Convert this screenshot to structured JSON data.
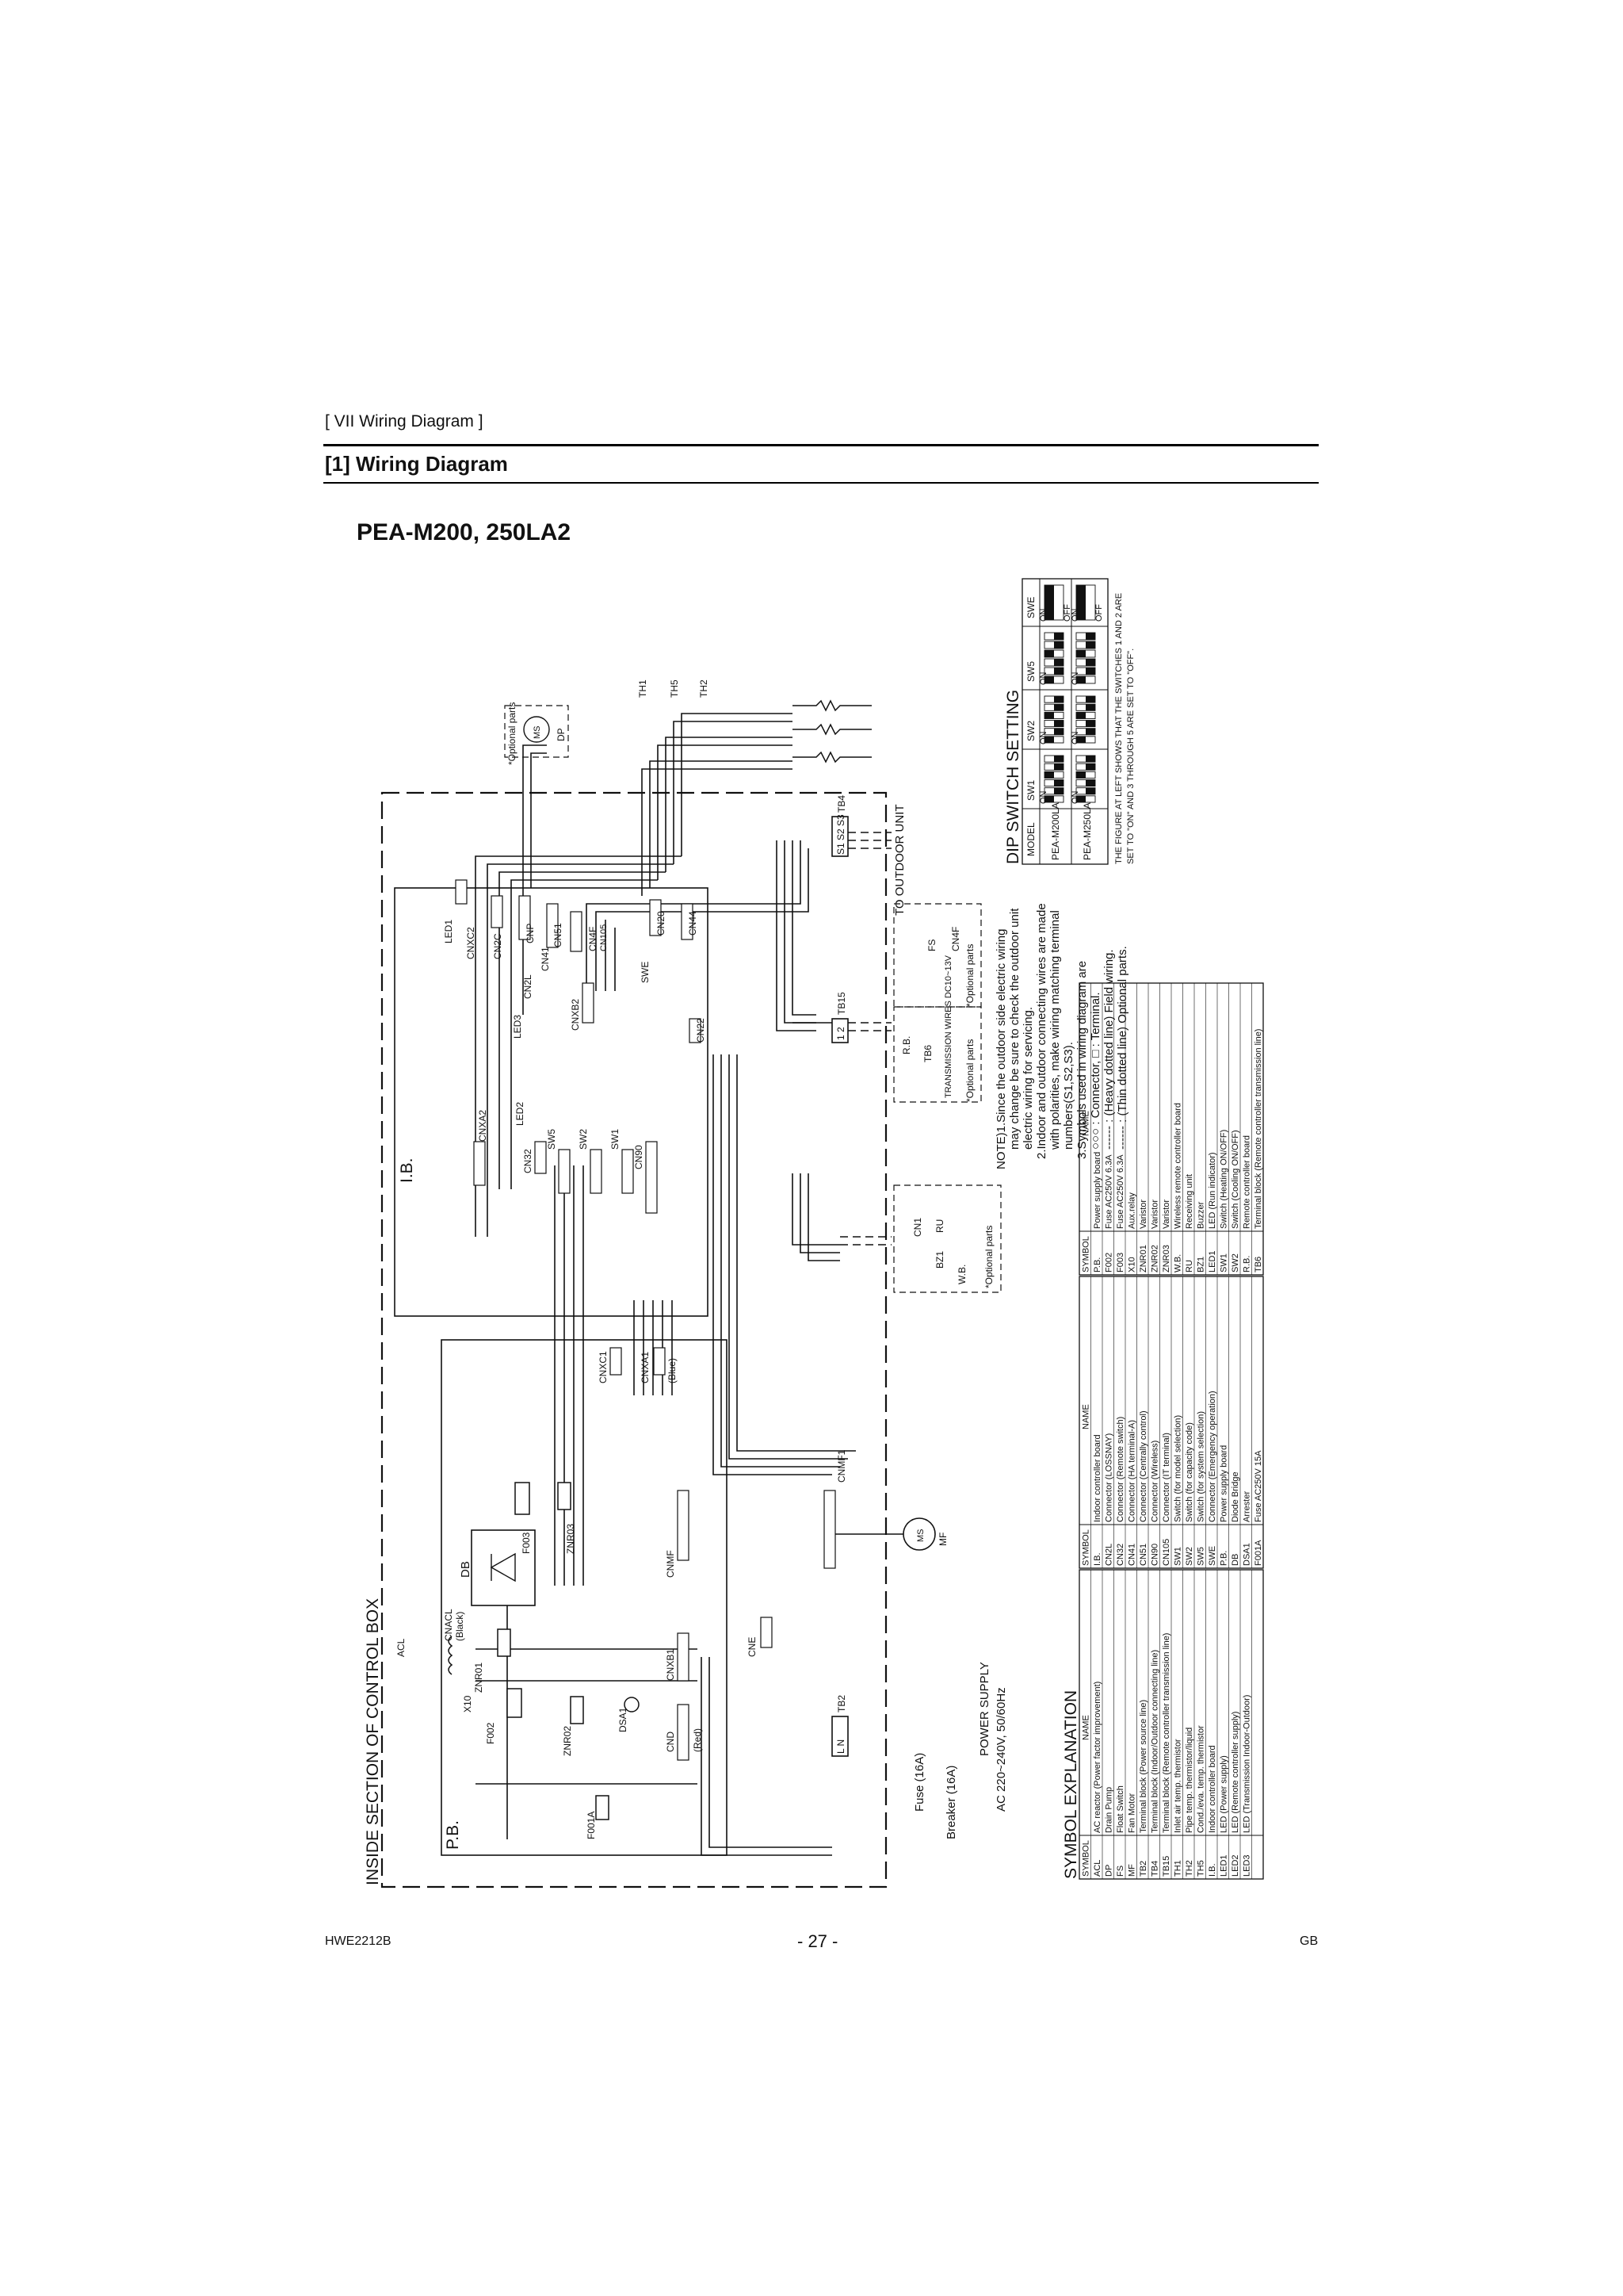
{
  "header": {
    "section": "[ VII  Wiring Diagram ]",
    "title": "[1] Wiring Diagram"
  },
  "model": "PEA-M200, 250LA2",
  "footer": {
    "doc_id": "HWE2212B",
    "page": "- 27 -",
    "lang": "GB"
  },
  "diagram": {
    "control_box": "INSIDE SECTION OF CONTROL BOX",
    "pb": "P.B.",
    "ib": "I.B.",
    "wb": "W.B.",
    "rb": "R.B.",
    "optional": "*Optional parts",
    "power_supply": "POWER SUPPLY",
    "power_rating": "AC 220~240V, 50/60Hz",
    "fuse": "Fuse (16A)",
    "breaker": "Breaker (16A)",
    "to_outdoor": "TO OUTDOOR UNIT",
    "tb2_terms": "L N",
    "tb4_terms": "S1 S2 S3",
    "tb15_terms": "1 2",
    "transmission": "TRANSMISSION WIRES DC10~13V",
    "components": {
      "acl": "ACL",
      "x10": "X10",
      "f002": "F002",
      "f001a": "F001A",
      "znr01": "ZNR01",
      "znr02": "ZNR02",
      "dsa1": "DSA1",
      "db": "DB",
      "cnacl": "CNACL",
      "black": "(Black)",
      "f003": "F003",
      "znr03": "ZNR03",
      "cnmf": "CNMF",
      "cnxb1": "CNXB1",
      "cnd": "CND",
      "red": "(Red)",
      "blue": "(Blue)",
      "cne": "CNE",
      "tb2": "TB2",
      "cnxc1": "CNXC1",
      "cnxa1": "CNXA1",
      "cnmf1": "CNMF1",
      "ms": "MS",
      "mf": "MF",
      "cnxa2": "CNXA2",
      "cn32": "CN32",
      "sw5": "SW5",
      "sw2": "SW2",
      "sw1": "SW1",
      "cn90": "CN90",
      "led1": "LED1",
      "led2": "LED2",
      "led3": "LED3",
      "cnxc2": "CNXC2",
      "cn2c": "CN2C",
      "cnp": "CNP",
      "cn41": "CN41",
      "cn51": "CN51",
      "cn4f": "CN4F",
      "cn105": "CN105",
      "cn2l": "CN2L",
      "cnxb2": "CNXB2",
      "swe": "SWE",
      "cn20": "CN20",
      "cn44": "CN44",
      "cn22": "CN22",
      "tb15": "TB15",
      "tb4": "TB4",
      "tb6": "TB6",
      "th1": "TH1",
      "th5": "TH5",
      "th2": "TH2",
      "dp": "DP",
      "fs": "FS",
      "cn1": "CN1",
      "bz1": "BZ1",
      "ru": "RU"
    },
    "notes": [
      "NOTE)1.Since the outdoor side electric wiring",
      "may change be sure to check the outdoor unit",
      "electric wiring for servicing.",
      "2.Indoor and outdoor connecting wires are made",
      "with polarities, make wiring matching terminal",
      "numbers(S1,S2,S3).",
      "3.Symbols used in wiring diagram are",
      "○○○ : Connector, □ : Terminal.",
      "------ : (Heavy dotted line) Field wiring.",
      "------ : (Thin dotted line) Optional parts."
    ]
  },
  "dip_switch": {
    "title": "DIP SWITCH SETTING",
    "columns": [
      "MODEL",
      "SW1",
      "SW2",
      "SW5",
      "SWE"
    ],
    "rows": [
      "PEA-M200LA2",
      "PEA-M250LA2"
    ],
    "on_label": "ON",
    "off_label": "OFF",
    "note": [
      "THE FIGURE AT LEFT SHOWS THAT THE SWITCHES 1 AND 2 ARE",
      "SET TO \"ON\" AND 3 THROUGH 5 ARE SET TO \"OFF\"."
    ]
  },
  "symbol_table": {
    "title": "SYMBOL EXPLANATION",
    "headers": [
      "SYMBOL",
      "NAME"
    ],
    "col1": [
      [
        "ACL",
        "AC reactor (Power factor improvement)"
      ],
      [
        "DP",
        "Drain Pump"
      ],
      [
        "FS",
        "Float Switch"
      ],
      [
        "MF",
        "Fan Motor"
      ],
      [
        "TB2",
        "Terminal block (Power source line)"
      ],
      [
        "TB4",
        "Terminal block (Indoor/Outdoor connecting line)"
      ],
      [
        "TB15",
        "Terminal block (Remote controller transmission line)"
      ],
      [
        "TH1",
        "Inlet air temp. thermistor"
      ],
      [
        "TH2",
        "Pipe temp. thermistor/liquid"
      ],
      [
        "TH5",
        "Cond./eva. temp. thermistor"
      ],
      [
        "I.B.",
        "Indoor controller board"
      ],
      [
        "LED1",
        "LED (Power supply)"
      ],
      [
        "LED2",
        "LED (Remote controller supply)"
      ],
      [
        "LED3",
        "LED (Transmission Indoor-Outdoor)"
      ]
    ],
    "col2": [
      [
        "I.B.",
        "Indoor controller board"
      ],
      [
        "CN2L",
        "Connector (LOSSNAY)"
      ],
      [
        "CN32",
        "Connector (Remote switch)"
      ],
      [
        "CN41",
        "Connector (HA terminal-A)"
      ],
      [
        "CN51",
        "Connector (Centrally control)"
      ],
      [
        "CN90",
        "Connector (Wireless)"
      ],
      [
        "CN105",
        "Connector (IT terminal)"
      ],
      [
        "SW1",
        "Switch (for model selection)"
      ],
      [
        "SW2",
        "Switch (for capacity code)"
      ],
      [
        "SW5",
        "Switch (for system selection)"
      ],
      [
        "SWE",
        "Connector (Emergency operation)"
      ],
      [
        "P.B.",
        "Power supply board"
      ],
      [
        "DB",
        "Diode Bridge"
      ],
      [
        "DSA1",
        "Arrester"
      ],
      [
        "F001A",
        "Fuse AC250V 15A"
      ]
    ],
    "col3": [
      [
        "P.B.",
        "Power supply board"
      ],
      [
        "F002",
        "Fuse AC250V 6.3A"
      ],
      [
        "F003",
        "Fuse AC250V 6.3A"
      ],
      [
        "X10",
        "Aux.relay"
      ],
      [
        "ZNR01",
        "Varistor"
      ],
      [
        "ZNR02",
        "Varistor"
      ],
      [
        "ZNR03",
        "Varistor"
      ],
      [
        "W.B.",
        "Wireless remote controller board"
      ],
      [
        "RU",
        "Receiving unit"
      ],
      [
        "BZ1",
        "Buzzer"
      ],
      [
        "LED1",
        "LED (Run indicator)"
      ],
      [
        "SW1",
        "Switch (Heating ON/OFF)"
      ],
      [
        "SW2",
        "Switch (Cooling ON/OFF)"
      ],
      [
        "R.B.",
        "Remote controller board"
      ],
      [
        "TB6",
        "Terminal block (Remote controller transmission line)"
      ]
    ]
  }
}
